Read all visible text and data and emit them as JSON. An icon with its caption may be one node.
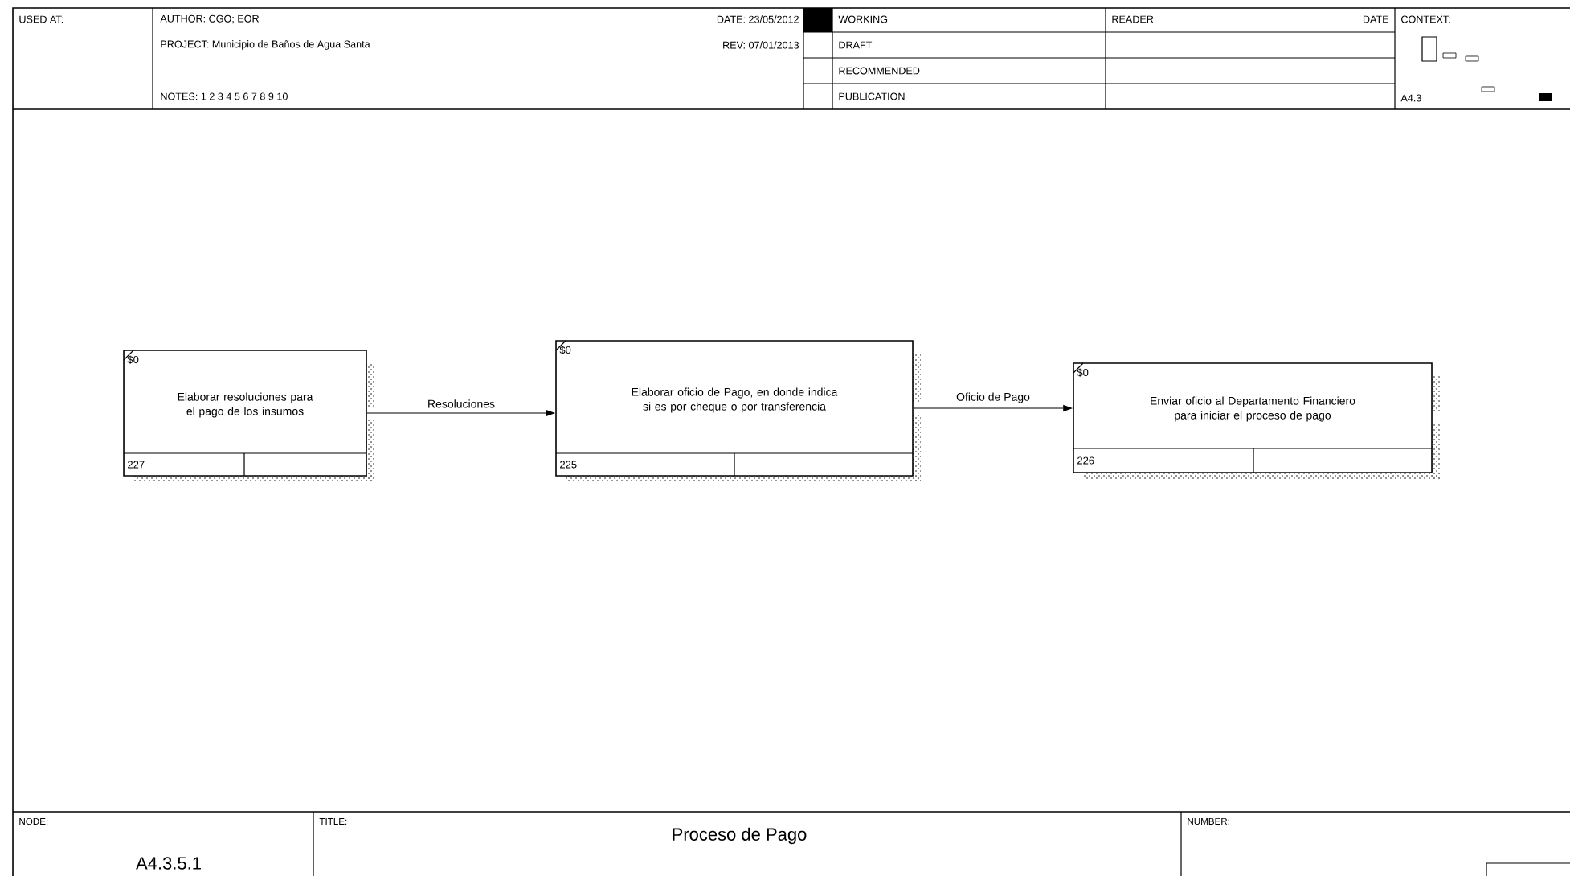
{
  "diagram": {
    "title": "Proceso de Pago",
    "nodes": [
      {
        "text": [
          "$0",
          "Elaborar resoluciones para el pago de los insumos",
          "227"
        ]
      },
      {
        "text": [
          "$0",
          "Elaborar oficio de Pago, en donde indica si es por cheque o por transferencia",
          "225"
        ]
      },
      {
        "text": [
          "$0",
          "Enviar oficio al Departamento Financiero para iniciar el proceso de pago",
          "226"
        ]
      }
    ],
    "edges": [
      {
        "from": 0,
        "to": 1,
        "arrow": "to",
        "label": "Resoluciones"
      },
      {
        "from": 1,
        "to": 2,
        "arrow": "to",
        "label": "Oficio de Pago"
      }
    ],
    "labels": [
      "USED AT:",
      "AUTHOR: CGO; EOR",
      "DATE: 23/05/2012",
      "WORKING",
      "READER",
      "DATE",
      "CONTEXT:",
      "PROJECT: Municipio de Baños de Agua Santa",
      "REV: 07/01/2013",
      "DRAFT",
      "RECOMMENDED",
      "NOTES: 1 2 3 4 5 6 7 8 9 10",
      "PUBLICATION",
      "A4.3",
      "NODE:",
      "TITLE:",
      "NUMBER:",
      "A4.3.5.1"
    ]
  }
}
